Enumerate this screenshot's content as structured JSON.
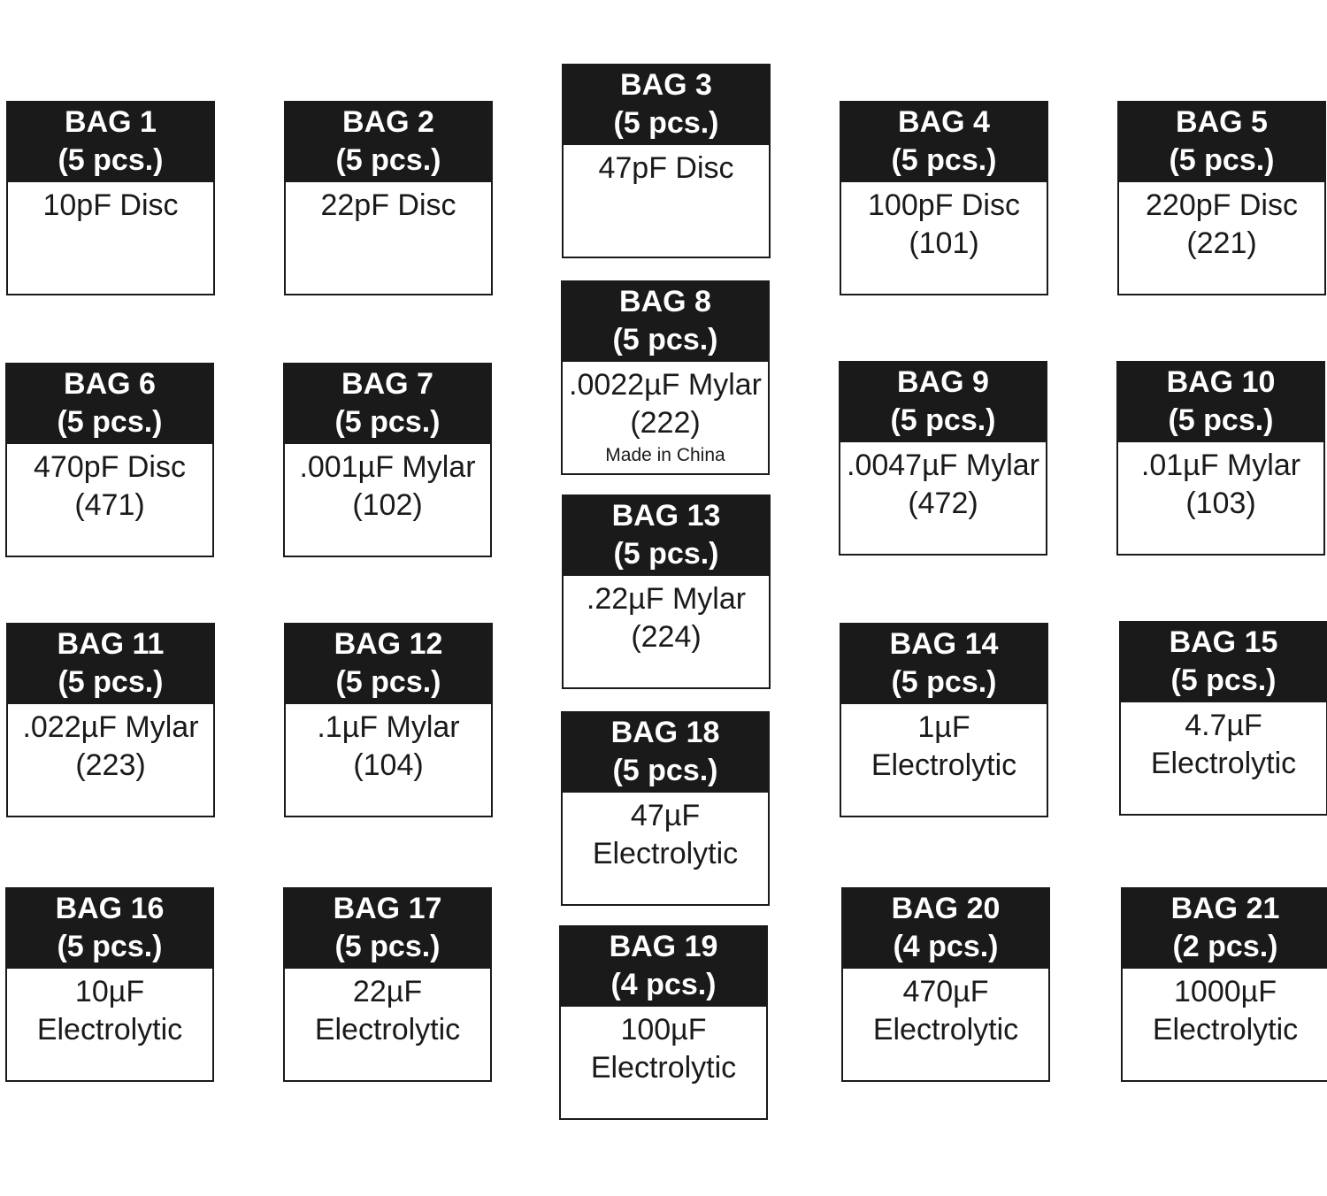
{
  "bags": [
    {
      "title": "BAG 1",
      "count": "(5 pcs.)",
      "line1": "10pF Disc",
      "line2": ""
    },
    {
      "title": "BAG 2",
      "count": "(5 pcs.)",
      "line1": "22pF Disc",
      "line2": ""
    },
    {
      "title": "BAG 3",
      "count": "(5 pcs.)",
      "line1": "47pF Disc",
      "line2": ""
    },
    {
      "title": "BAG 4",
      "count": "(5 pcs.)",
      "line1": "100pF Disc",
      "line2": "(101)"
    },
    {
      "title": "BAG 5",
      "count": "(5 pcs.)",
      "line1": "220pF Disc",
      "line2": "(221)"
    },
    {
      "title": "BAG 6",
      "count": "(5 pcs.)",
      "line1": "470pF Disc",
      "line2": "(471)"
    },
    {
      "title": "BAG 7",
      "count": "(5 pcs.)",
      "line1": ".001µF Mylar",
      "line2": "(102)"
    },
    {
      "title": "BAG 8",
      "count": "(5 pcs.)",
      "line1": ".0022µF Mylar",
      "line2": "(222)",
      "note": "Made in China"
    },
    {
      "title": "BAG 9",
      "count": "(5 pcs.)",
      "line1": ".0047µF Mylar",
      "line2": "(472)"
    },
    {
      "title": "BAG 10",
      "count": "(5 pcs.)",
      "line1": ".01µF Mylar",
      "line2": "(103)"
    },
    {
      "title": "BAG 11",
      "count": "(5 pcs.)",
      "line1": ".022µF Mylar",
      "line2": "(223)"
    },
    {
      "title": "BAG 12",
      "count": "(5 pcs.)",
      "line1": ".1µF Mylar",
      "line2": "(104)"
    },
    {
      "title": "BAG 13",
      "count": "(5 pcs.)",
      "line1": ".22µF Mylar",
      "line2": "(224)"
    },
    {
      "title": "BAG 14",
      "count": "(5 pcs.)",
      "line1": "1µF",
      "line2": "Electrolytic"
    },
    {
      "title": "BAG 15",
      "count": "(5 pcs.)",
      "line1": "4.7µF",
      "line2": "Electrolytic"
    },
    {
      "title": "BAG 16",
      "count": "(5 pcs.)",
      "line1": "10µF",
      "line2": "Electrolytic"
    },
    {
      "title": "BAG 17",
      "count": "(5 pcs.)",
      "line1": "22µF",
      "line2": "Electrolytic"
    },
    {
      "title": "BAG 18",
      "count": "(5 pcs.)",
      "line1": "47µF",
      "line2": "Electrolytic"
    },
    {
      "title": "BAG 19",
      "count": "(4 pcs.)",
      "line1": "100µF",
      "line2": "Electrolytic"
    },
    {
      "title": "BAG 20",
      "count": "(4 pcs.)",
      "line1": "470µF",
      "line2": "Electrolytic"
    },
    {
      "title": "BAG 21",
      "count": "(2 pcs.)",
      "line1": "1000µF",
      "line2": "Electrolytic"
    }
  ]
}
